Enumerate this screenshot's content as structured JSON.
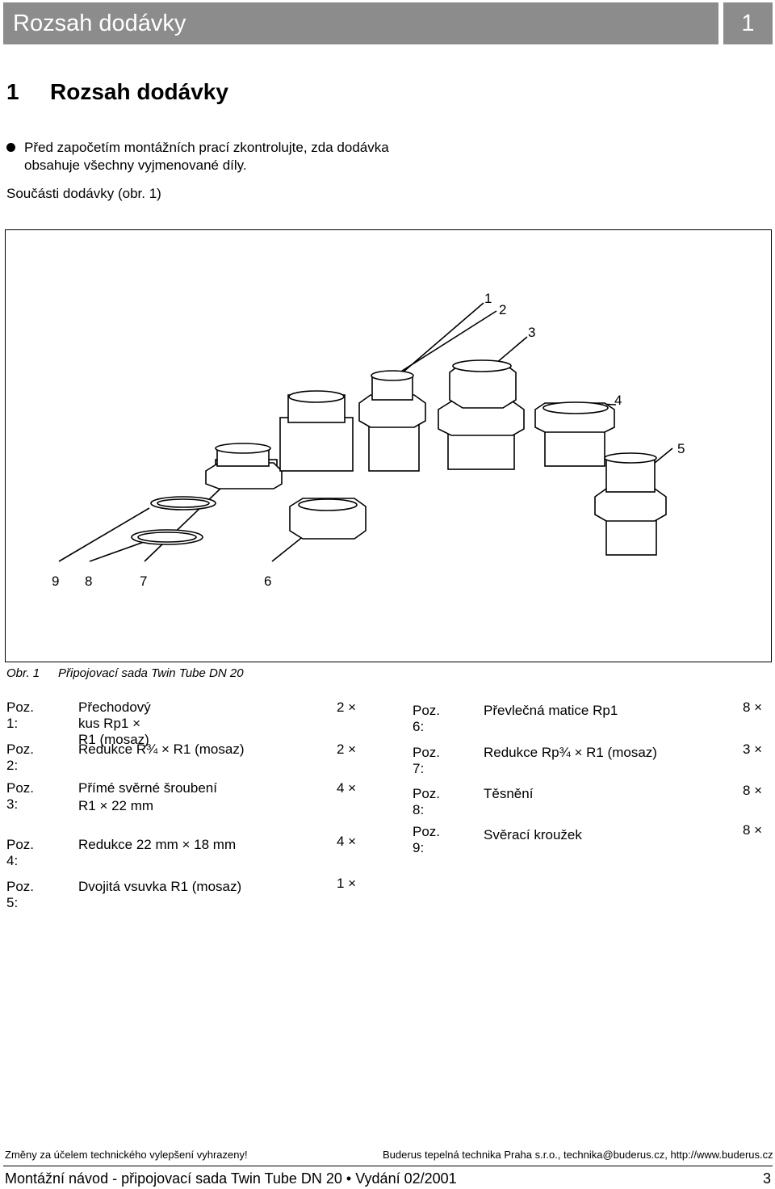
{
  "header": {
    "title": "Rozsah dodávky",
    "number": "1"
  },
  "heading": {
    "number": "1",
    "title": "Rozsah dodávky"
  },
  "bullet_text": "Před započetím montážních prací zkontrolujte, zda dodávka obsahuje všechny vyjmenované díly.",
  "parts_title": "Součásti dodávky (obr. 1)",
  "figure_labels": [
    "1",
    "2",
    "3",
    "4",
    "5",
    "6",
    "7",
    "8",
    "9"
  ],
  "caption": {
    "label": "Obr. 1",
    "text": "Připojovací sada Twin Tube DN 20"
  },
  "left_items": [
    {
      "poz": "Poz. 1:",
      "desc": "Přechodový kus Rp1 × R1 (mosaz)",
      "qty": "2 ×"
    },
    {
      "poz": "Poz. 2:",
      "desc": "Redukce R¾ × R1 (mosaz)",
      "qty": "2 ×"
    },
    {
      "poz": "Poz. 3:",
      "desc": "Přímé svěrné šroubení",
      "desc2": "R1 × 22 mm",
      "qty": "4 ×"
    },
    {
      "poz": "Poz. 4:",
      "desc": "Redukce 22 mm × 18 mm",
      "qty": "4 ×"
    },
    {
      "poz": "Poz. 5:",
      "desc": "Dvojitá vsuvka R1 (mosaz)",
      "qty": "1 ×"
    }
  ],
  "right_items": [
    {
      "poz": "Poz. 6:",
      "desc": "Převlečná matice Rp1",
      "qty": "8 ×"
    },
    {
      "poz": "Poz. 7:",
      "desc": "Redukce Rp¾ × R1 (mosaz)",
      "qty": "3 ×"
    },
    {
      "poz": "Poz. 8:",
      "desc": "Těsnění",
      "qty": "8 ×"
    },
    {
      "poz": "Poz. 9:",
      "desc": "Svěrací kroužek",
      "qty": "8 ×"
    }
  ],
  "footer": {
    "left": "Změny za účelem technického vylepšení vyhrazeny!",
    "right": "Buderus tepelná  technika Praha s.r.o., technika@buderus.cz, http://www.buderus.cz",
    "doc": "Montážní návod - připojovací sada Twin Tube DN 20 • Vydání 02/2001",
    "page": "3"
  }
}
